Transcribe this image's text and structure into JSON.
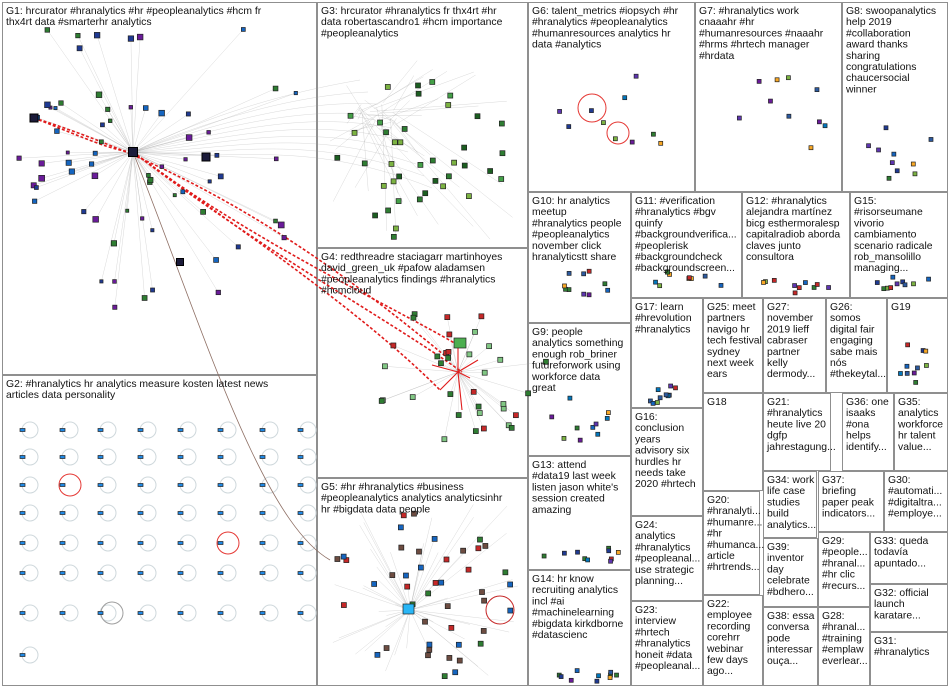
{
  "graph": {
    "groups": [
      {
        "id": "G1",
        "lines": [
          "G1: hrcurator #hranalytics #hr #peopleanalytics #hcm fr",
          "thx4rt data #smarterhr analytics"
        ]
      },
      {
        "id": "G2",
        "lines": [
          "G2: #hranalytics hr analytics measure kosten latest news",
          "articles data personality"
        ]
      },
      {
        "id": "G3",
        "lines": [
          "G3: hrcurator #hranalytics fr thx4rt #hr",
          "data robertascandro1 #hcm importance",
          "#peopleanalytics"
        ]
      },
      {
        "id": "G4",
        "lines": [
          "G4: redthreadre staciagarr martinhoyes",
          "david_green_uk #pafow aladamsen",
          "#peopleanalytics findings #hranalytics",
          "#hcmcloud"
        ]
      },
      {
        "id": "G5",
        "lines": [
          "G5: #hr #hranalytics #business",
          "#peopleanalytics analytics analyticsinhr",
          "hr #bigdata data people"
        ]
      },
      {
        "id": "G6",
        "lines": [
          "G6: talent_metrics #iopsych #hr",
          "#hranalytics #peopleanalytics",
          "#humanresources analytics hr",
          "data #analytics"
        ]
      },
      {
        "id": "G7",
        "lines": [
          "G7: #hranalytics work",
          "cnaaahr #hr",
          "#humanresources #naaahr",
          "#hrms #hrtech manager",
          "#hrdata"
        ]
      },
      {
        "id": "G8",
        "lines": [
          "G8: swoopanalytics",
          "help 2019",
          "#collaboration",
          "award thanks",
          "sharing",
          "congratulations",
          "chaucersocial",
          "winner"
        ]
      },
      {
        "id": "G9",
        "lines": [
          "G9: people",
          "analytics something",
          "enough rob_briner",
          "futureforwork using",
          "workforce data",
          "great"
        ]
      },
      {
        "id": "G10",
        "lines": [
          "G10: hr analytics",
          "meetup",
          "#hranalytics people",
          "#peopleanalytics",
          "november click",
          "hranalyticstt share"
        ]
      },
      {
        "id": "G11",
        "lines": [
          "G11: #verification",
          "#hranalytics #bgv",
          "quinfy",
          "#backgroundverifica...",
          "#peoplerisk",
          "#backgroundcheck",
          "#backgroundscreen..."
        ]
      },
      {
        "id": "G12",
        "lines": [
          "G12: #hranalytics",
          "alejandra martínez",
          "bicg esthermoralesp",
          "capitalradiob aborda",
          "claves junto",
          "consultora"
        ]
      },
      {
        "id": "G13",
        "lines": [
          "G13: attend",
          "#data19 last week",
          "listen jason white's",
          "session created",
          "amazing"
        ]
      },
      {
        "id": "G14",
        "lines": [
          "G14: hr know",
          "recruiting analytics",
          "incl #ai",
          "#machinelearning",
          "#bigdata kirkdborne",
          "#datascienc"
        ]
      },
      {
        "id": "G15",
        "lines": [
          "G15:",
          "#risorseumane",
          "vivorio",
          "cambiamento",
          "scenario radicale",
          "rob_mansolillo",
          "managing..."
        ]
      },
      {
        "id": "G16",
        "lines": [
          "G16:",
          "conclusion",
          "years",
          "advisory six",
          "hurdles hr",
          "needs take",
          "2020 #hrtech"
        ]
      },
      {
        "id": "G17",
        "lines": [
          "G17: learn",
          "#hrevolution",
          "#hranalytics"
        ]
      },
      {
        "id": "G18",
        "lines": [
          "G18"
        ]
      },
      {
        "id": "G19",
        "lines": [
          "G19"
        ]
      },
      {
        "id": "G20",
        "lines": [
          "G20:",
          "#hranalyti...",
          "#humanre...",
          "#hr",
          "#humanca...",
          "article",
          "#hrtrends..."
        ]
      },
      {
        "id": "G21",
        "lines": [
          "G21:",
          "#hranalytics",
          "heute live 20",
          "dgfp",
          "jahrestagung..."
        ]
      },
      {
        "id": "G22",
        "lines": [
          "G22:",
          "employee",
          "recording",
          "corehrr",
          "webinar",
          "few days",
          "ago..."
        ]
      },
      {
        "id": "G23",
        "lines": [
          "G23:",
          "interview",
          "#hrtech",
          "#hranalytics",
          "honeit #data",
          "#peopleanal..."
        ]
      },
      {
        "id": "G24",
        "lines": [
          "G24:",
          "analytics",
          "#hranalytics",
          "#peopleanal...",
          "use strategic",
          "planning..."
        ]
      },
      {
        "id": "G25",
        "lines": [
          "G25: meet",
          "partners",
          "navigo hr",
          "tech festival",
          "sydney",
          "next week",
          "ears"
        ]
      },
      {
        "id": "G26",
        "lines": [
          "G26:",
          "somos",
          "digital fair",
          "engaging",
          "sabe mais",
          "nós",
          "#thekeytal..."
        ]
      },
      {
        "id": "G27",
        "lines": [
          "G27:",
          "november",
          "2019 lieff",
          "cabraser",
          "partner",
          "kelly",
          "dermody..."
        ]
      },
      {
        "id": "G28",
        "lines": [
          "G28:",
          "#hranal...",
          "#training",
          "#emplaw",
          "everlear..."
        ]
      },
      {
        "id": "G29",
        "lines": [
          "G29:",
          "#people...",
          "#hranal...",
          "#hr clic",
          "#recurs..."
        ]
      },
      {
        "id": "G30",
        "lines": [
          "G30:",
          "#automati...",
          "#digitaltra...",
          "#employe..."
        ]
      },
      {
        "id": "G31",
        "lines": [
          "G31:",
          "#hranalytics"
        ]
      },
      {
        "id": "G32",
        "lines": [
          "G32: official",
          "launch",
          "karatare..."
        ]
      },
      {
        "id": "G33",
        "lines": [
          "G33: queda",
          "todavía",
          "apuntado..."
        ]
      },
      {
        "id": "G34",
        "lines": [
          "G34: work",
          "life case",
          "studies",
          "build",
          "analytics..."
        ]
      },
      {
        "id": "G35",
        "lines": [
          "G35:",
          "analytics",
          "workforce",
          "hr talent",
          "value..."
        ]
      },
      {
        "id": "G36",
        "lines": [
          "G36: one",
          "isaaks",
          "#ona",
          "helps",
          "identify..."
        ]
      },
      {
        "id": "G37",
        "lines": [
          "G37:",
          "briefing",
          "paper peak",
          "indicators..."
        ]
      },
      {
        "id": "G38",
        "lines": [
          "G38: essa",
          "conversa",
          "pode",
          "interessar",
          "ouça..."
        ]
      },
      {
        "id": "G39",
        "lines": [
          "G39:",
          "inventor",
          "day",
          "celebrate",
          "#bdhero..."
        ]
      }
    ]
  }
}
